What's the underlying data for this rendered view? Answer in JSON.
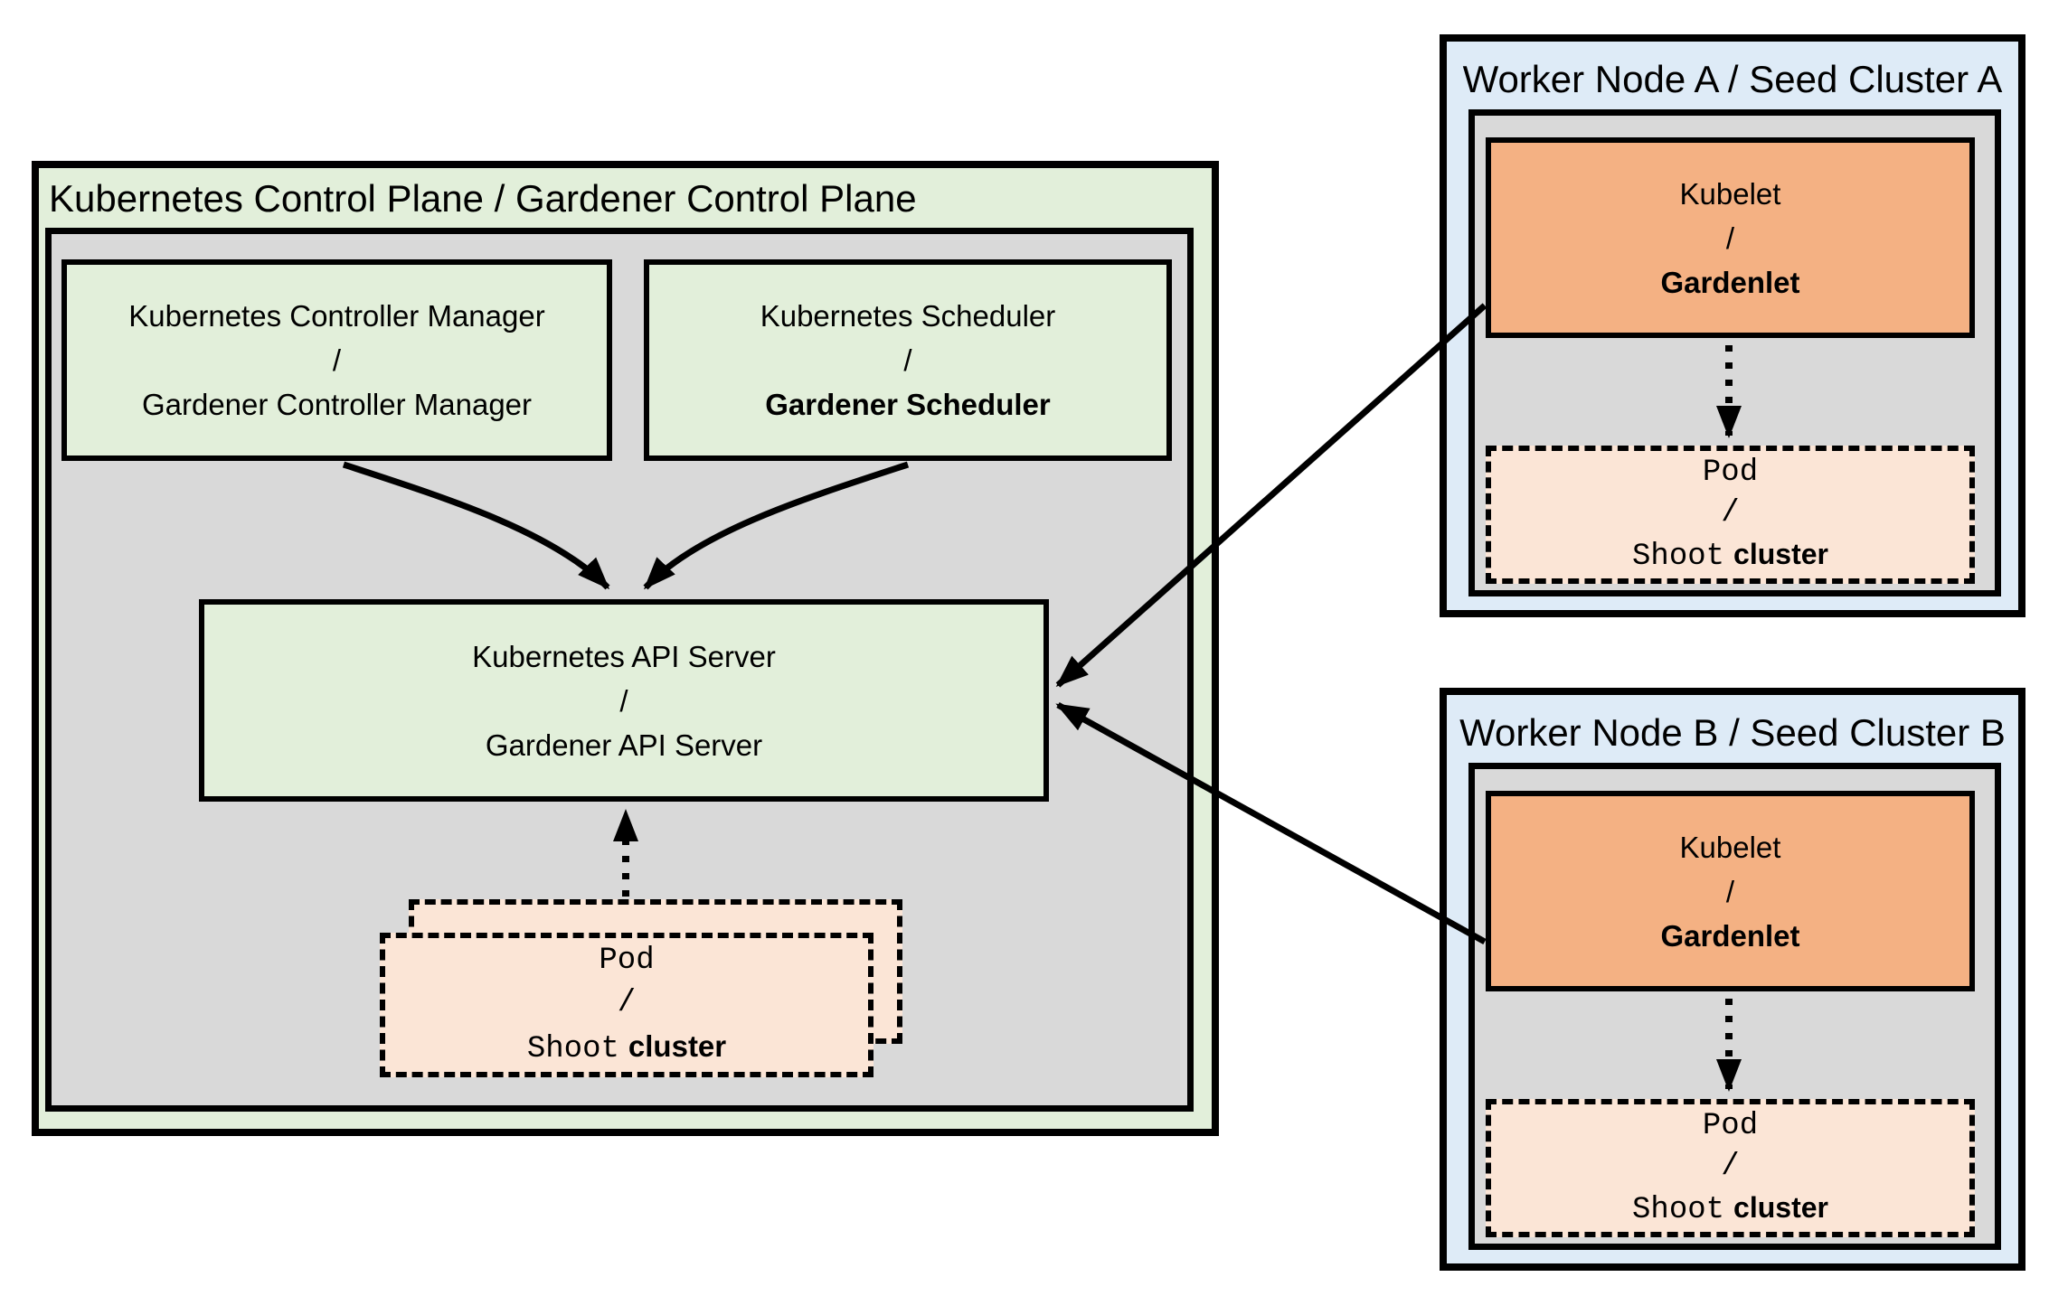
{
  "colors": {
    "green": "#E2EFDA",
    "gray": "#D9D9D9",
    "blue": "#DEEBF7",
    "orange": "#F4B183",
    "peach": "#FBE5D6",
    "border": "#000000"
  },
  "control_plane": {
    "title": "Kubernetes Control Plane / Gardener Control Plane",
    "controller_manager": {
      "top": "Kubernetes Controller Manager",
      "separator": "/",
      "bottom": "Gardener Controller Manager"
    },
    "scheduler": {
      "top": "Kubernetes Scheduler",
      "separator": "/",
      "bottom": "Gardener Scheduler"
    },
    "api_server": {
      "top": "Kubernetes API Server",
      "separator": "/",
      "bottom": "Gardener API Server"
    },
    "pod_stack": {
      "top": "Pod",
      "separator": "/",
      "bottom_mono": "Shoot",
      "bottom_sans": "cluster"
    }
  },
  "worker_nodes": [
    {
      "title": "Worker Node A / Seed Cluster A",
      "kubelet": {
        "top": "Kubelet",
        "separator": "/",
        "bottom": "Gardenlet"
      },
      "pod": {
        "top": "Pod",
        "separator": "/",
        "bottom_mono": "Shoot",
        "bottom_sans": "cluster"
      }
    },
    {
      "title": "Worker Node B / Seed Cluster B",
      "kubelet": {
        "top": "Kubelet",
        "separator": "/",
        "bottom": "Gardenlet"
      },
      "pod": {
        "top": "Pod",
        "separator": "/",
        "bottom_mono": "Shoot",
        "bottom_sans": "cluster"
      }
    }
  ]
}
